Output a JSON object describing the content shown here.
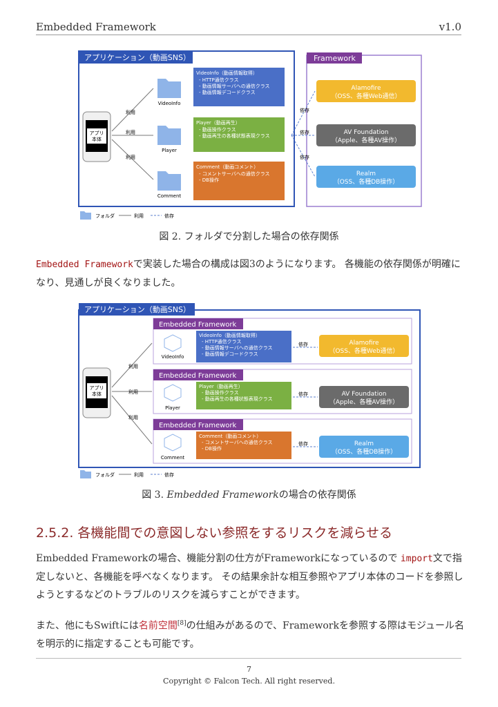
{
  "header": {
    "title": "Embedded Framework",
    "version": "v1.0"
  },
  "fig2": {
    "app_title": "アプリケーション（動画SNS）",
    "fw_title": "Framework",
    "device_label": [
      "アプリ",
      "本体"
    ],
    "uses": [
      "利用",
      "利用",
      "利用"
    ],
    "deps": [
      "依存",
      "依存",
      "依存"
    ],
    "folders": [
      "VideoInfo",
      "Player",
      "Comment"
    ],
    "boxes": [
      {
        "title": "VideoInfo（動画情報取得）",
        "items": [
          "HTTP通信クラス",
          "動画情報サーバへの通信クラス",
          "動画情報デコードクラス"
        ]
      },
      {
        "title": "Player（動画再生）",
        "items": [
          "動画操作クラス",
          "動画再生の各種状態表現クラス"
        ]
      },
      {
        "title": "Comment（動画コメント）",
        "items": [
          "コメントサーバへの通信クラス",
          "DB操作"
        ]
      }
    ],
    "libs": [
      {
        "name": "Alamofire",
        "sub": "（OSS、各種Web通信）",
        "color": "#f2b92e"
      },
      {
        "name": "AV Foundation",
        "sub": "（Apple、各種AV操作）",
        "color": "#6b6b6b"
      },
      {
        "name": "Realm",
        "sub": "（OSS、各種DB操作）",
        "color": "#5aa9e6"
      }
    ],
    "legend": {
      "folder": "フォルダ",
      "use": "利用",
      "dep": "依存"
    }
  },
  "caption2": "図 2. フォルダで分割した場合の依存関係",
  "para1": {
    "code": "Embedded Framework",
    "text": "で実装した場合の構成は図3のようになります。 各機能の依存関係が明確になり、見通しが良くなりました。"
  },
  "fig3": {
    "app_title": "アプリケーション（動画SNS）",
    "ef_title": "Embedded Framework",
    "device_label": [
      "アプリ",
      "本体"
    ],
    "uses": [
      "利用",
      "利用",
      "利用"
    ],
    "deps": [
      "依存",
      "依存",
      "依存"
    ],
    "modules": [
      "VideoInfo",
      "Player",
      "Comment"
    ],
    "legend": {
      "folder": "フォルダ",
      "use": "利用",
      "dep": "依存"
    }
  },
  "caption3": {
    "prefix": "図 3. ",
    "em": "Embedded Framework",
    "suffix": "の場合の依存関係"
  },
  "section": {
    "title": "2.5.2. 各機能間での意図しない参照をするリスクを減らせる"
  },
  "para2": {
    "a": "Embedded Frameworkの場合、機能分割の仕方がFrameworkになっているので ",
    "code": "import",
    "b": "文で指定しないと、各機能を呼べなくなります。 その結果余計な相互参照やアプリ本体のコードを参照しようとするなどのトラブルのリスクを減らすことができます。"
  },
  "para3": {
    "a": "また、他にもSwiftには",
    "link": "名前空間",
    "sup": "[8]",
    "b": "の仕組みがあるので、Frameworkを参照する際はモジュール名を明示的に指定することも可能です。"
  },
  "footer": {
    "page": "7",
    "copyright": "Copyright © Falcon Tech. All right reserved."
  },
  "colors": {
    "blue": "#4a6fc7",
    "green": "#7bb043",
    "orange": "#d9762e",
    "purple": "#7d3c98",
    "frame_blue": "#2f55b5"
  }
}
